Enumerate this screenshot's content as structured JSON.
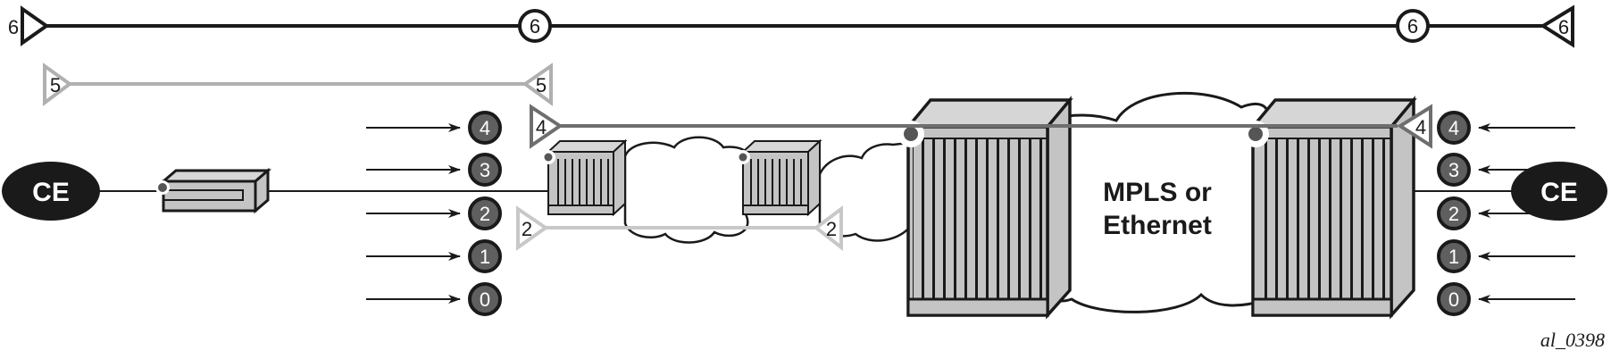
{
  "diagram": {
    "caption": "al_0398",
    "network_cloud_label_line1": "MPLS or",
    "network_cloud_label_line2": "Ethernet",
    "left_ce_label": "CE",
    "right_ce_label": "CE",
    "colors": {
      "level6": "#1a1a1a",
      "level5": "#b0b0b0",
      "level4": "#6e6e6e",
      "level2": "#c8c8c8",
      "device_fill": "#c4c4c4",
      "device_top": "#d6d6d6",
      "mep_dot": "#555555",
      "level_badge": "#5f5f5f"
    },
    "md_levels": {
      "level6": {
        "left_mep": "6",
        "left_mip": "6",
        "right_mip": "6",
        "right_mep": "6"
      },
      "level5": {
        "left_mep": "5",
        "right_mep": "5"
      },
      "level4": {
        "left_mep": "4",
        "right_mep": "4"
      },
      "level2": {
        "left_mep": "2",
        "right_mep": "2"
      }
    },
    "left_level_badges": [
      "4",
      "3",
      "2",
      "1",
      "0"
    ],
    "right_level_badges": [
      "4",
      "3",
      "2",
      "1",
      "0"
    ]
  }
}
